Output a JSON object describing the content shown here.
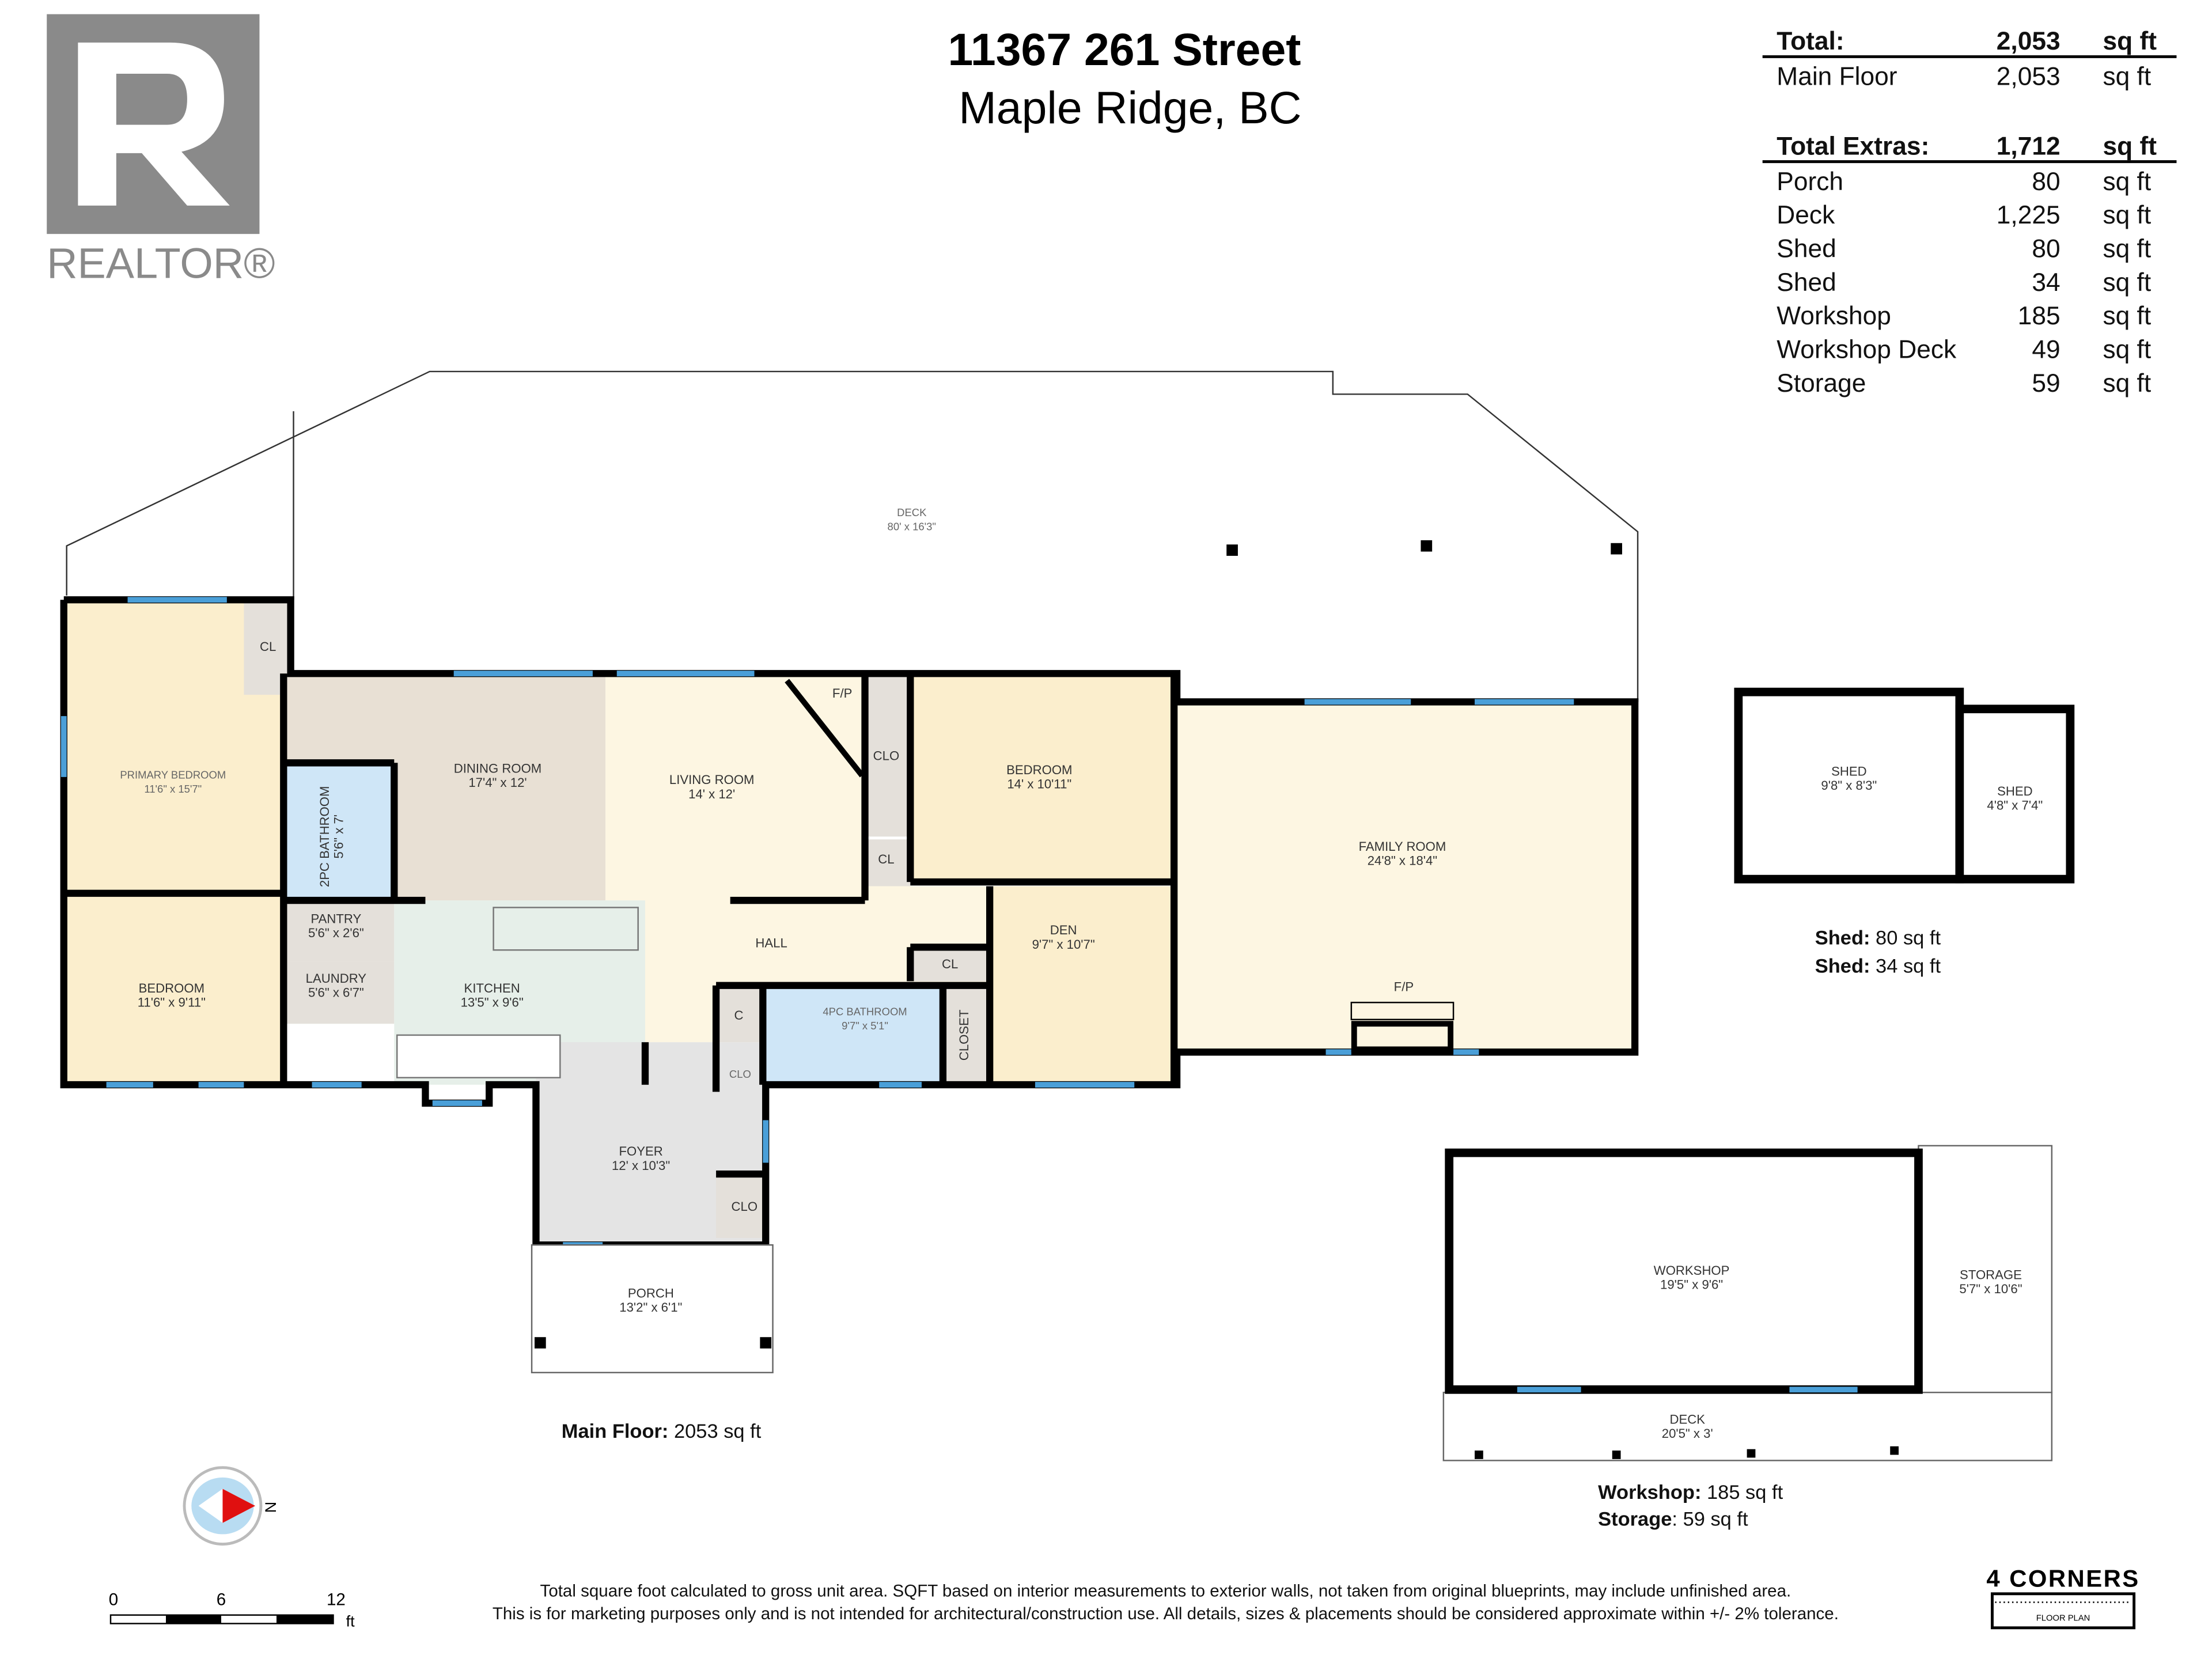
{
  "header": {
    "logo_text": "REALTOR®",
    "address_line1": "11367 261 Street",
    "address_line2": "Maple Ridge, BC"
  },
  "area_table": {
    "unit": "sq ft",
    "total": {
      "label": "Total:",
      "value": "2,053"
    },
    "main_floor": {
      "label": "Main Floor",
      "value": "2,053"
    },
    "total_extras": {
      "label": "Total Extras:",
      "value": "1,712"
    },
    "extras": [
      {
        "label": "Porch",
        "value": "80"
      },
      {
        "label": "Deck",
        "value": "1,225"
      },
      {
        "label": "Shed",
        "value": "80"
      },
      {
        "label": "Shed",
        "value": "34"
      },
      {
        "label": "Workshop",
        "value": "185"
      },
      {
        "label": "Workshop Deck",
        "value": "49"
      },
      {
        "label": "Storage",
        "value": "59"
      }
    ]
  },
  "rooms": [
    {
      "name": "DECK",
      "dims": "80' x 16'3\""
    },
    {
      "name": "PRIMARY BEDROOM",
      "dims": "11'6\" x 15'7\""
    },
    {
      "name": "CL",
      "dims": ""
    },
    {
      "name": "DINING ROOM",
      "dims": "17'4\" x 12'"
    },
    {
      "name": "LIVING ROOM",
      "dims": "14' x 12'"
    },
    {
      "name": "2PC BATHROOM",
      "dims": "5'6\" x 7'"
    },
    {
      "name": "F/P",
      "dims": ""
    },
    {
      "name": "CLO",
      "dims": ""
    },
    {
      "name": "CL",
      "dims": ""
    },
    {
      "name": "BEDROOM",
      "dims": "14' x 10'11\""
    },
    {
      "name": "FAMILY ROOM",
      "dims": "24'8\" x 18'4\""
    },
    {
      "name": "F/P",
      "dims": ""
    },
    {
      "name": "BEDROOM",
      "dims": "11'6\" x 9'11\""
    },
    {
      "name": "PANTRY",
      "dims": "5'6\" x 2'6\""
    },
    {
      "name": "LAUNDRY",
      "dims": "5'6\" x 6'7\""
    },
    {
      "name": "KITCHEN",
      "dims": "13'5\" x 9'6\""
    },
    {
      "name": "HALL",
      "dims": ""
    },
    {
      "name": "DEN",
      "dims": "9'7\" x 10'7\""
    },
    {
      "name": "CL",
      "dims": ""
    },
    {
      "name": "4PC BATHROOM",
      "dims": "9'7\" x 5'1\""
    },
    {
      "name": "CLOSET",
      "dims": ""
    },
    {
      "name": "C",
      "dims": ""
    },
    {
      "name": "CLO",
      "dims": ""
    },
    {
      "name": "FOYER",
      "dims": "12' x 10'3\""
    },
    {
      "name": "CLO",
      "dims": ""
    },
    {
      "name": "PORCH",
      "dims": "13'2\" x 6'1\""
    },
    {
      "name": "SHED",
      "dims": "9'8\" x 8'3\""
    },
    {
      "name": "SHED",
      "dims": "4'8\" x 7'4\""
    },
    {
      "name": "WORKSHOP",
      "dims": "19'5\" x 9'6\""
    },
    {
      "name": "STORAGE",
      "dims": "5'7\" x 10'6\""
    },
    {
      "name": "DECK",
      "dims": "20'5\" x 3'"
    }
  ],
  "captions": {
    "main_floor": {
      "label": "Main Floor:",
      "value": " 2053 sq ft"
    },
    "shed1": {
      "label": "Shed:",
      "value": " 80 sq ft"
    },
    "shed2": {
      "label": "Shed:",
      "value": " 34 sq ft"
    },
    "workshop": {
      "label": "Workshop:",
      "value": " 185 sq ft"
    },
    "storage": {
      "label": "Storage",
      "value": ": 59 sq ft"
    }
  },
  "compass": {
    "letter": "N",
    "icon": "compass-icon"
  },
  "scale_bar": {
    "ticks": [
      "0",
      "6",
      "12"
    ],
    "unit": "ft"
  },
  "disclaimer": [
    "Total square foot calculated to gross unit area. SQFT based on interior measurements to exterior walls, not taken from original blueprints, may include unfinished area.",
    "This is for marketing purposes only and is not intended for architectural/construction use.  All details, sizes & placements should be considered approximate within +/- 2%  tolerance."
  ],
  "brand": {
    "name": "4 CORNERS",
    "sub": "FLOOR PLAN"
  },
  "colors": {
    "wall": "#000000",
    "window": "#4a9fd8",
    "bedroom": "#fbeecd",
    "living": "#fdf6e2",
    "dining": "#e8e0d4",
    "bath": "#cfe6f7",
    "kitchen": "#e6efe9",
    "closet": "#e4e0da",
    "foyer": "#e4e4e4"
  }
}
